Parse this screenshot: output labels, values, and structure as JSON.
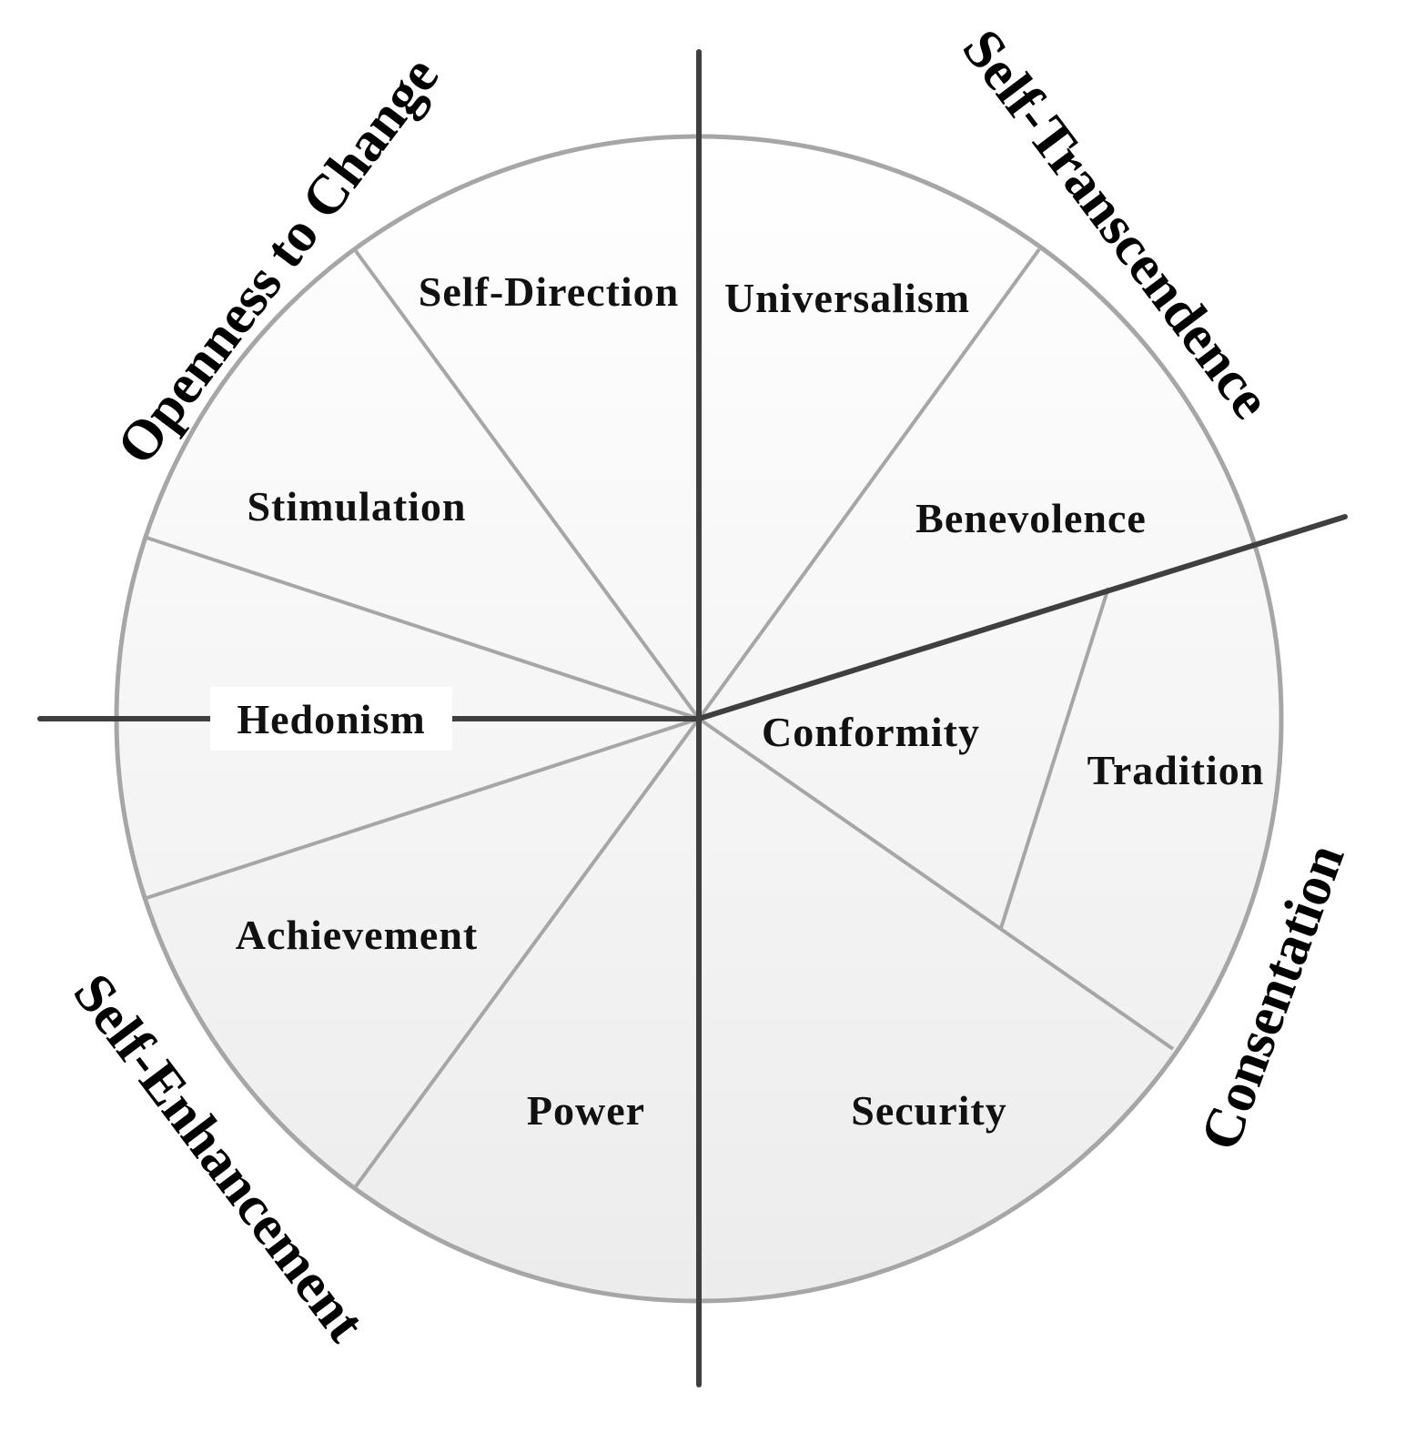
{
  "values": {
    "self_direction": "Self-Direction",
    "universalism": "Universalism",
    "stimulation": "Stimulation",
    "benevolence": "Benevolence",
    "hedonism": "Hedonism",
    "conformity": "Conformity",
    "tradition": "Tradition",
    "achievement": "Achievement",
    "power": "Power",
    "security": "Security"
  },
  "dimensions": {
    "openness": "Openness to Change",
    "self_transcendence": "Self-Transcendence",
    "self_enhancement": "Self-Enhancement",
    "consentation": "Consentation"
  },
  "colors": {
    "circle_fill_top": "#ffffff",
    "circle_fill_bottom": "#ececec",
    "circle_stroke": "#a6a6a6",
    "axis": "#3f3f3f",
    "text": "#111111"
  }
}
